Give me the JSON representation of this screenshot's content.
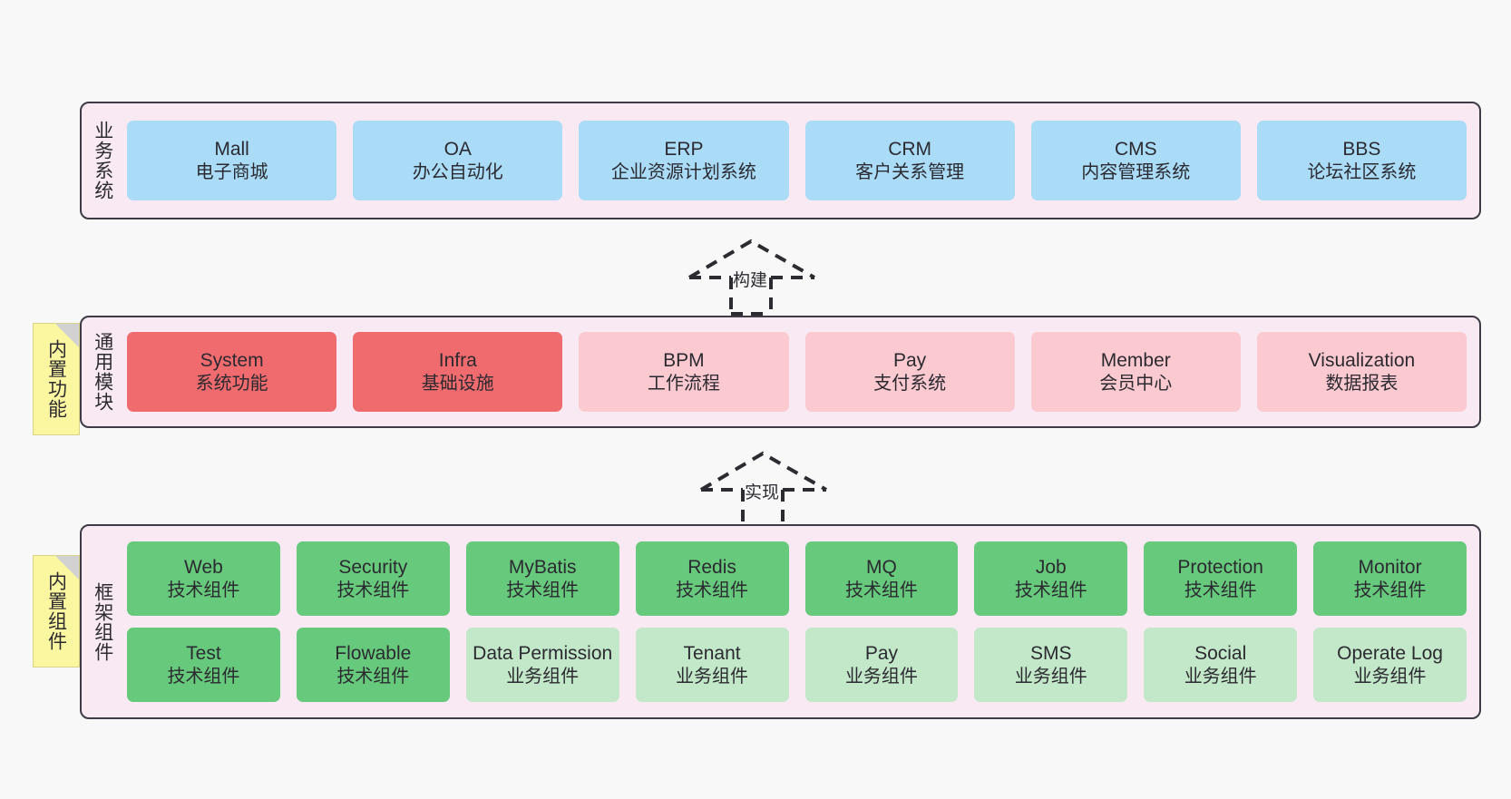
{
  "diagram": {
    "background_color": "#f8f8f8",
    "panel_fill": "#f9e9f3",
    "panel_border": "#3d3b45"
  },
  "tags": [
    {
      "label": "内置功能",
      "color": "#fbf7a0"
    },
    {
      "label": "内置组件",
      "color": "#fbf7a0"
    }
  ],
  "arrows": [
    {
      "label": "构建",
      "style": "dashed-up-arrow"
    },
    {
      "label": "实现",
      "style": "dashed-up-arrow"
    }
  ],
  "layers": [
    {
      "title": "业务系统",
      "name": "business-systems",
      "rows": [
        {
          "cells": [
            {
              "t1": "Mall",
              "t2": "电子商城",
              "color": "#aadcf8"
            },
            {
              "t1": "OA",
              "t2": "办公自动化",
              "color": "#aadcf8"
            },
            {
              "t1": "ERP",
              "t2": "企业资源计划系统",
              "color": "#aadcf8"
            },
            {
              "t1": "CRM",
              "t2": "客户关系管理",
              "color": "#aadcf8"
            },
            {
              "t1": "CMS",
              "t2": "内容管理系统",
              "color": "#aadcf8"
            },
            {
              "t1": "BBS",
              "t2": "论坛社区系统",
              "color": "#aadcf8"
            }
          ]
        }
      ]
    },
    {
      "title": "通用模块",
      "name": "common-modules",
      "rows": [
        {
          "cells": [
            {
              "t1": "System",
              "t2": "系统功能",
              "color": "#ef6b6e"
            },
            {
              "t1": "Infra",
              "t2": "基础设施",
              "color": "#ef6b6e"
            },
            {
              "t1": "BPM",
              "t2": "工作流程",
              "color": "#fbc9d0"
            },
            {
              "t1": "Pay",
              "t2": "支付系统",
              "color": "#fbc9d0"
            },
            {
              "t1": "Member",
              "t2": "会员中心",
              "color": "#fbc9d0"
            },
            {
              "t1": "Visualization",
              "t2": "数据报表",
              "color": "#fbc9d0"
            }
          ]
        }
      ]
    },
    {
      "title": "框架组件",
      "name": "framework-components",
      "rows": [
        {
          "cells": [
            {
              "t1": "Web",
              "t2": "技术组件",
              "color": "#67c97c"
            },
            {
              "t1": "Security",
              "t2": "技术组件",
              "color": "#67c97c"
            },
            {
              "t1": "MyBatis",
              "t2": "技术组件",
              "color": "#67c97c"
            },
            {
              "t1": "Redis",
              "t2": "技术组件",
              "color": "#67c97c"
            },
            {
              "t1": "MQ",
              "t2": "技术组件",
              "color": "#67c97c"
            },
            {
              "t1": "Job",
              "t2": "技术组件",
              "color": "#67c97c"
            },
            {
              "t1": "Protection",
              "t2": "技术组件",
              "color": "#67c97c"
            },
            {
              "t1": "Monitor",
              "t2": "技术组件",
              "color": "#67c97c"
            }
          ]
        },
        {
          "cells": [
            {
              "t1": "Test",
              "t2": "技术组件",
              "color": "#67c97c"
            },
            {
              "t1": "Flowable",
              "t2": "技术组件",
              "color": "#67c97c"
            },
            {
              "t1": "Data Permission",
              "t2": "业务组件",
              "color": "#c3e8c9"
            },
            {
              "t1": "Tenant",
              "t2": "业务组件",
              "color": "#c3e8c9"
            },
            {
              "t1": "Pay",
              "t2": "业务组件",
              "color": "#c3e8c9"
            },
            {
              "t1": "SMS",
              "t2": "业务组件",
              "color": "#c3e8c9"
            },
            {
              "t1": "Social",
              "t2": "业务组件",
              "color": "#c3e8c9"
            },
            {
              "t1": "Operate Log",
              "t2": "业务组件",
              "color": "#c3e8c9"
            }
          ]
        }
      ]
    }
  ]
}
